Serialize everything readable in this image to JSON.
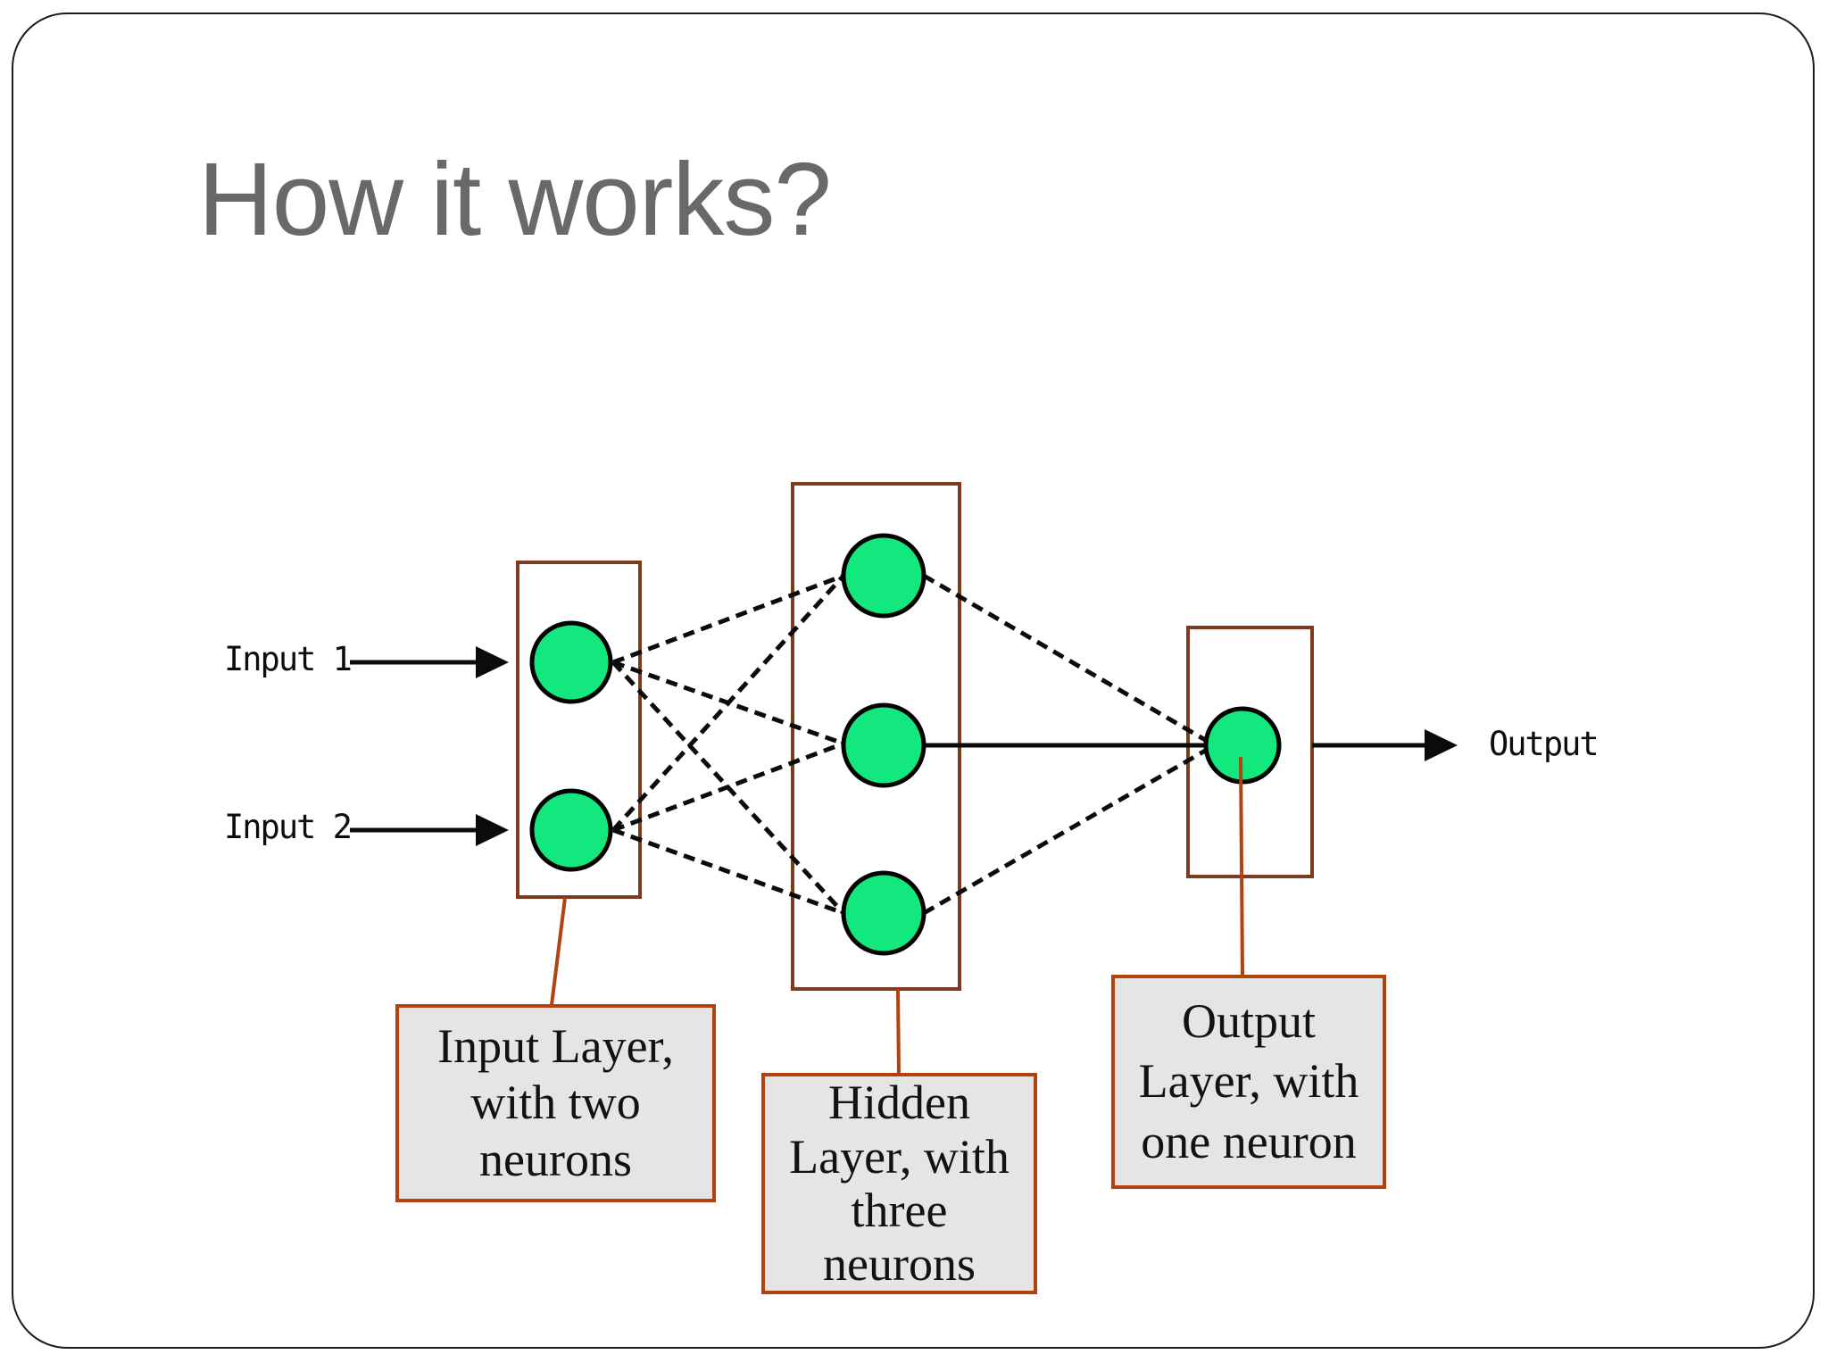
{
  "slide": {
    "title": "How it works?",
    "title_color": "#696969",
    "background": "#ffffff",
    "border_color": "#1b1b1b"
  },
  "diagram": {
    "type": "neural-network",
    "labels": {
      "input1": "Input 1",
      "input2": "Input 2",
      "output": "Output"
    },
    "layers": [
      {
        "name": "input layer",
        "neurons": 2
      },
      {
        "name": "hidden layer",
        "neurons": 3
      },
      {
        "name": "output layer",
        "neurons": 1
      }
    ],
    "edges": [
      "input1-hidden1",
      "input1-hidden2",
      "input1-hidden3",
      "input2-hidden1",
      "input2-hidden2",
      "input2-hidden3",
      "hidden1-output",
      "hidden2-output",
      "hidden3-output"
    ],
    "colors": {
      "neuron_fill": "#12e87e",
      "neuron_stroke": "#000000",
      "layer_box_border": "#7e3a1c",
      "callout_border": "#b2430f",
      "callout_fill": "#e5e5e4",
      "connection_line": "#0b0b0b"
    }
  },
  "callouts": [
    {
      "id": "input",
      "text": "Input Layer,\nwith two\nneurons"
    },
    {
      "id": "hidden",
      "text": "Hidden\nLayer, with\nthree\nneurons"
    },
    {
      "id": "output",
      "text": "Output\nLayer, with\none neuron"
    }
  ]
}
